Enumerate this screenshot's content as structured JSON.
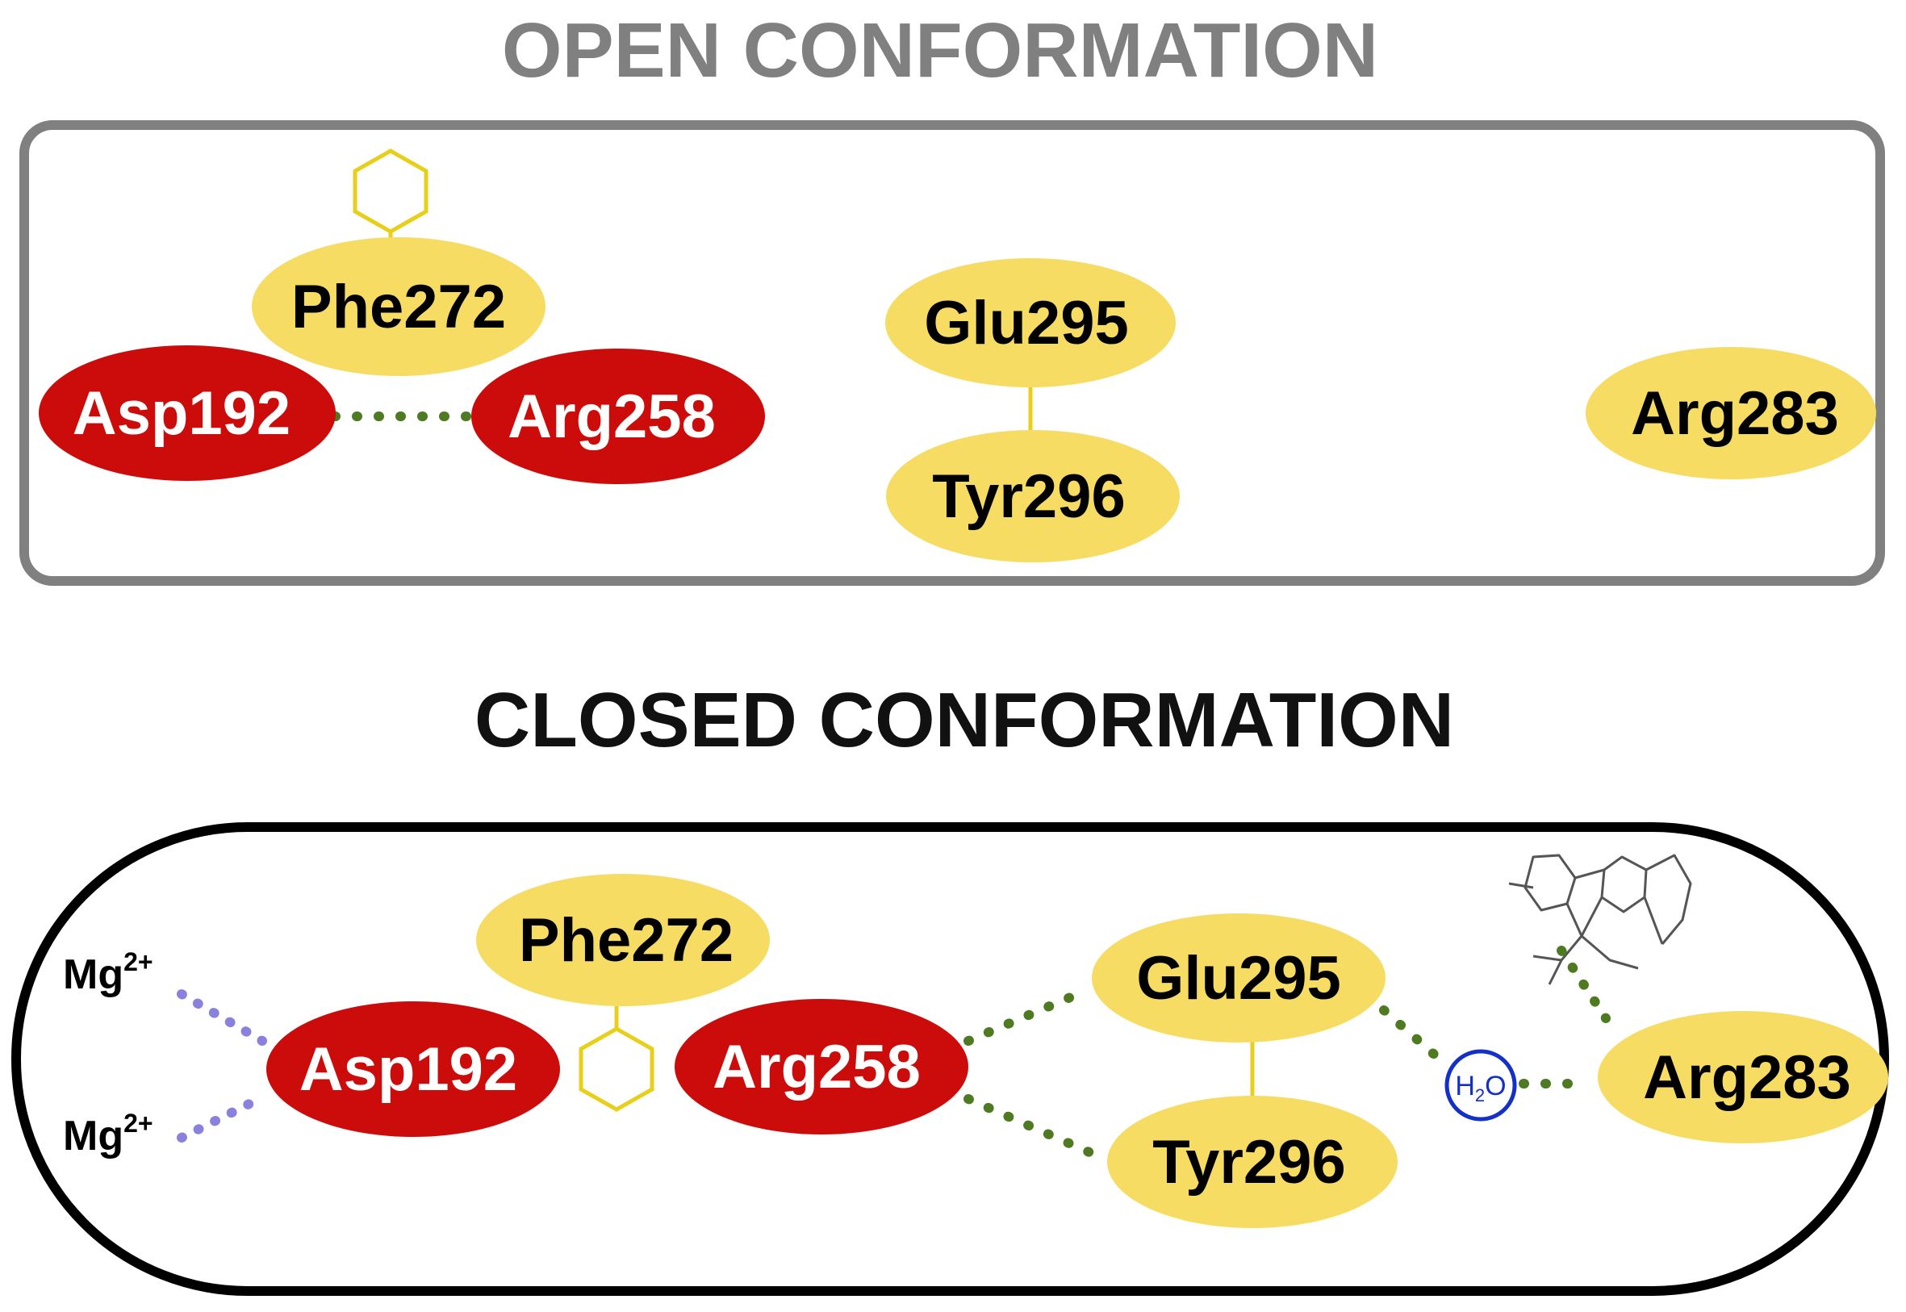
{
  "open": {
    "title": "OPEN CONFORMATION",
    "residues": {
      "phe272": "Phe272",
      "asp192": "Asp192",
      "arg258": "Arg258",
      "glu295": "Glu295",
      "tyr296": "Tyr296",
      "arg283": "Arg283"
    }
  },
  "closed": {
    "title": "CLOSED CONFORMATION",
    "residues": {
      "phe272": "Phe272",
      "asp192": "Asp192",
      "arg258": "Arg258",
      "glu295": "Glu295",
      "tyr296": "Tyr296",
      "arg283": "Arg283"
    },
    "ions": {
      "top": {
        "base": "Mg",
        "charge": "2+"
      },
      "bottom": {
        "base": "Mg",
        "charge": "2+"
      }
    },
    "water": {
      "h": "H",
      "sub": "2",
      "o": "O"
    }
  },
  "colors": {
    "open_title": "#808080",
    "open_border": "#808080",
    "closed_title": "#111111",
    "closed_border": "#000000",
    "yellow_residue": "#F7DC63",
    "red_residue": "#CC0B0B",
    "hbond": "#4E7A22",
    "ion_bond": "#8A80DD",
    "water": "#1330C8",
    "ring": "#E8CF1A"
  }
}
